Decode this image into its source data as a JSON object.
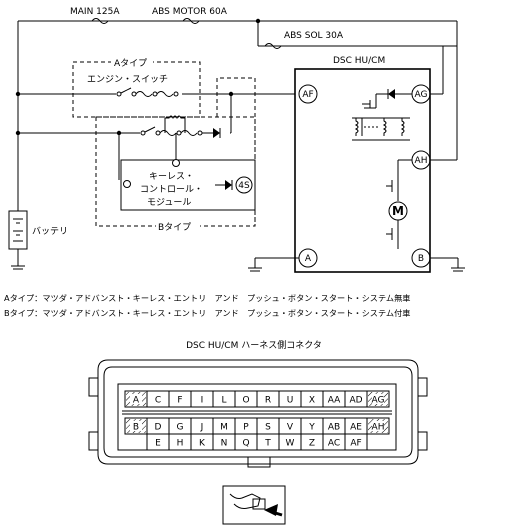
{
  "wiring": {
    "fuses": {
      "main": "MAIN 125A",
      "abs_motor": "ABS MOTOR 60A",
      "abs_sol": "ABS SOL 30A"
    },
    "unit_title": "DSC HU/CM",
    "type_a_label": "Aタイプ",
    "type_b_label": "Bタイプ",
    "engine_switch": "エンジン・スイッチ",
    "keyless_module": [
      "キーレス・",
      "コントロール・",
      "モジュール"
    ],
    "battery": "バッテリ",
    "terminals": {
      "af": "AF",
      "ag": "AG",
      "ah": "AH",
      "a": "A",
      "b": "B",
      "s4": "4S"
    }
  },
  "notes": [
    "Aタイプ：マツダ・アドバンスト・キーレス・エントリ　アンド　プッシュ・ボタン・スタート・システム無車",
    "Bタイプ：マツダ・アドバンスト・キーレス・エントリ　アンド　プッシュ・ボタン・スタート・システム付車"
  ],
  "connector": {
    "title": "DSC HU/CM ハーネス側コネクタ",
    "top_row": [
      "A",
      "C",
      "F",
      "I",
      "L",
      "O",
      "R",
      "U",
      "X",
      "AA",
      "AD",
      "AG"
    ],
    "mid_row": [
      "B",
      "D",
      "G",
      "J",
      "M",
      "P",
      "S",
      "V",
      "Y",
      "AB",
      "AE",
      "AH"
    ],
    "bottom_row": [
      "E",
      "H",
      "K",
      "N",
      "Q",
      "T",
      "W",
      "Z",
      "AC",
      "AF"
    ],
    "hatched": [
      "A",
      "AG",
      "B",
      "AH"
    ]
  }
}
